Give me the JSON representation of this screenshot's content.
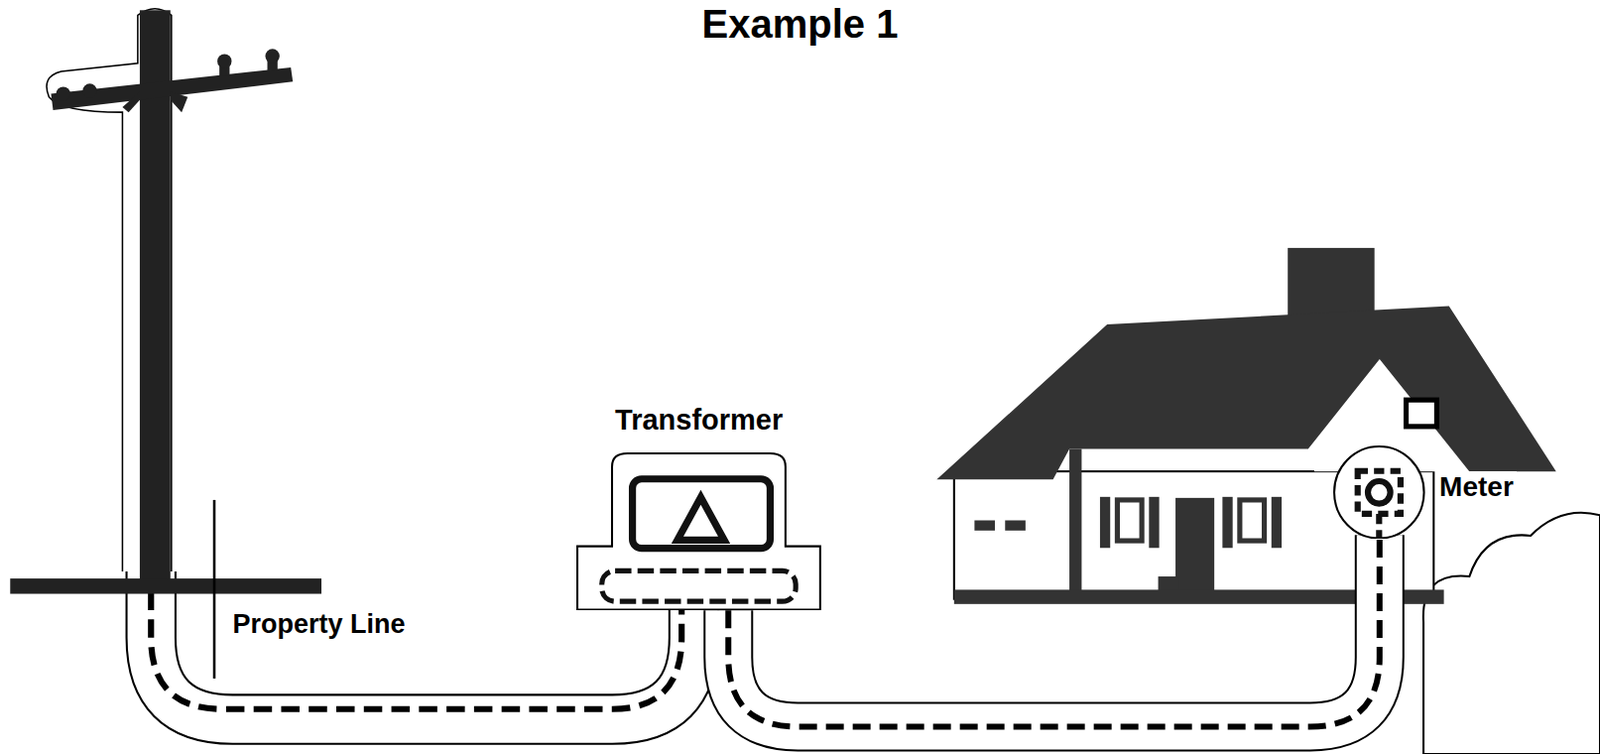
{
  "diagram": {
    "title": "Example 1",
    "nodes": [
      {
        "text": [
          "Transformer"
        ]
      },
      {
        "text": [
          "Meter"
        ]
      }
    ],
    "edges": [
      {
        "from": 0,
        "to": 1,
        "arrow": "none"
      }
    ],
    "labels": [
      "Property Line"
    ]
  }
}
